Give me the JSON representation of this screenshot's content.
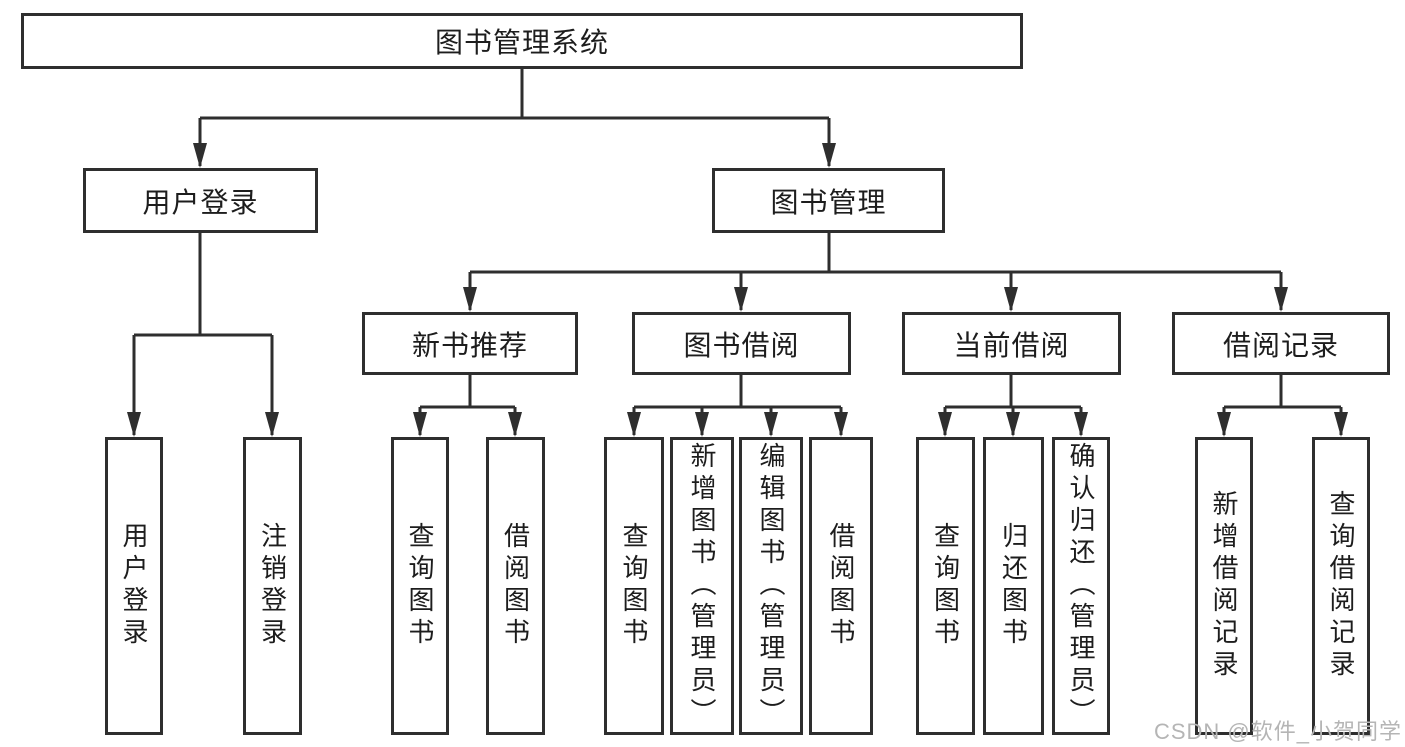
{
  "diagram": {
    "tree": {
      "label": "图书管理系统",
      "children": [
        {
          "label": "用户登录",
          "children": [
            {
              "label": "用户登录"
            },
            {
              "label": "注销登录"
            }
          ]
        },
        {
          "label": "图书管理",
          "children": [
            {
              "label": "新书推荐",
              "children": [
                {
                  "label": "查询图书"
                },
                {
                  "label": "借阅图书"
                }
              ]
            },
            {
              "label": "图书借阅",
              "children": [
                {
                  "label": "查询图书"
                },
                {
                  "label": "新增图书（管理员）"
                },
                {
                  "label": "编辑图书（管理员）"
                },
                {
                  "label": "借阅图书"
                }
              ]
            },
            {
              "label": "当前借阅",
              "children": [
                {
                  "label": "查询图书"
                },
                {
                  "label": "归还图书"
                },
                {
                  "label": "确认归还（管理员）"
                }
              ]
            },
            {
              "label": "借阅记录",
              "children": [
                {
                  "label": "新增借阅记录"
                },
                {
                  "label": "查询借阅记录"
                }
              ]
            }
          ]
        }
      ]
    },
    "watermark": "CSDN @软件_小贺同学",
    "colors": {
      "line": "#2e2e2e",
      "text": "#1d1d1d",
      "box_background": "#ffffff",
      "watermark": "#b5b5b5"
    }
  }
}
